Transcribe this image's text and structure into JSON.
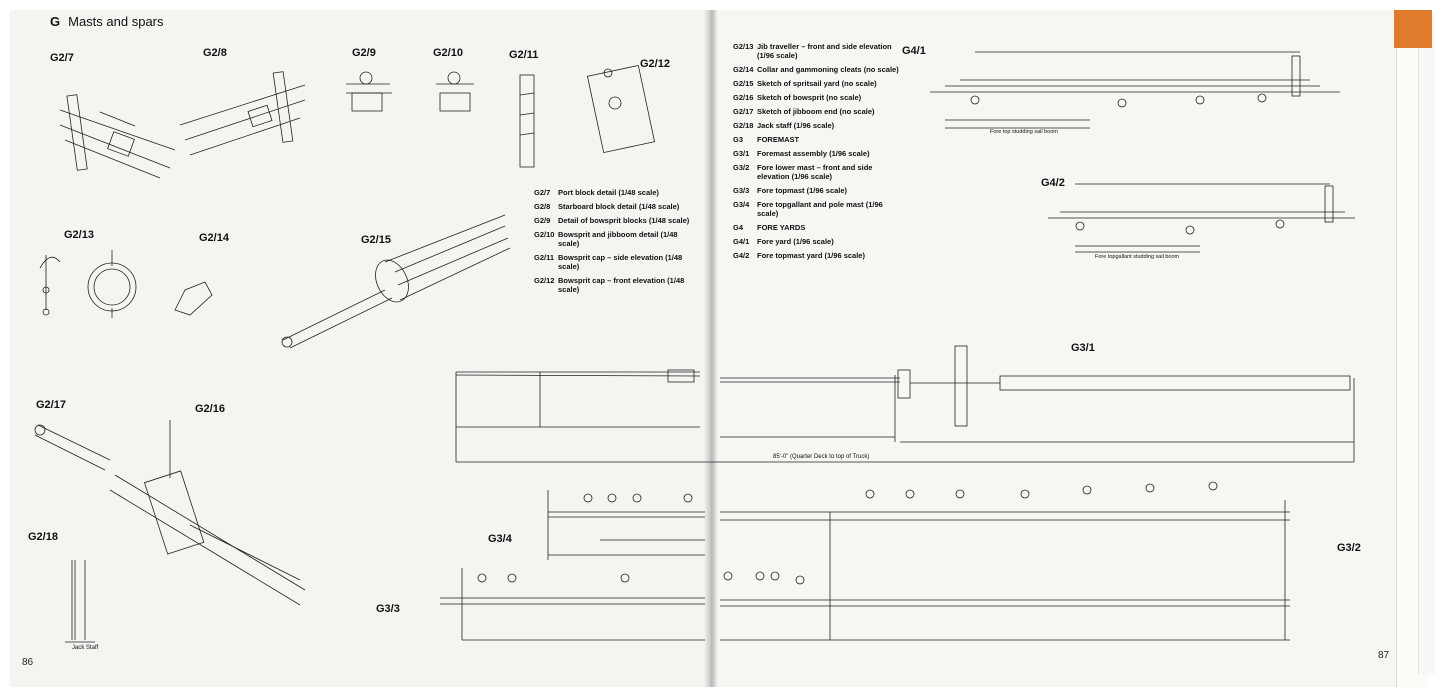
{
  "section": {
    "letter": "G",
    "title": "Masts and spars"
  },
  "figures_left": {
    "g2_7": "G2/7",
    "g2_8": "G2/8",
    "g2_9": "G2/9",
    "g2_10": "G2/10",
    "g2_11": "G2/11",
    "g2_12": "G2/12",
    "g2_13": "G2/13",
    "g2_14": "G2/14",
    "g2_15": "G2/15",
    "g2_17": "G2/17",
    "g2_16": "G2/16",
    "g2_18": "G2/18",
    "g3_4": "G3/4",
    "g3_3": "G3/3"
  },
  "figures_right": {
    "g4_1": "G4/1",
    "g4_2": "G4/2",
    "g3_1": "G3/1",
    "g3_2": "G3/2"
  },
  "legend_left": [
    {
      "code": "G2/7",
      "text": "Port block detail (1/48 scale)"
    },
    {
      "code": "G2/8",
      "text": "Starboard block detail (1/48 scale)"
    },
    {
      "code": "G2/9",
      "text": "Detail of bowsprit blocks (1/48 scale)"
    },
    {
      "code": "G2/10",
      "text": "Bowsprit and jibboom detail (1/48 scale)"
    },
    {
      "code": "G2/11",
      "text": "Bowsprit cap – side elevation (1/48 scale)"
    },
    {
      "code": "G2/12",
      "text": "Bowsprit cap – front elevation (1/48 scale)"
    }
  ],
  "legend_right": [
    {
      "code": "G2/13",
      "text": "Jib traveller – front and side elevation (1/96 scale)"
    },
    {
      "code": "G2/14",
      "text": "Collar and gammoning cleats (no scale)"
    },
    {
      "code": "G2/15",
      "text": "Sketch of spritsail yard (no scale)"
    },
    {
      "code": "G2/16",
      "text": "Sketch of bowsprit (no scale)"
    },
    {
      "code": "G2/17",
      "text": "Sketch of jibboom end (no scale)"
    },
    {
      "code": "G2/18",
      "text": "Jack staff (1/96 scale)"
    },
    {
      "code": "G3",
      "text": "FOREMAST"
    },
    {
      "code": "G3/1",
      "text": "Foremast assembly (1/96 scale)"
    },
    {
      "code": "G3/2",
      "text": "Fore lower mast – front and side elevation (1/96 scale)"
    },
    {
      "code": "G3/3",
      "text": "Fore topmast (1/96 scale)"
    },
    {
      "code": "G3/4",
      "text": "Fore topgallant and pole mast (1/96 scale)"
    },
    {
      "code": "G4",
      "text": "FORE YARDS"
    },
    {
      "code": "G4/1",
      "text": "Fore yard (1/96 scale)"
    },
    {
      "code": "G4/2",
      "text": "Fore topmast yard (1/96 scale)"
    }
  ],
  "drawing_notes": {
    "g3_1_overall": "85'-0\" (Quarter Deck to top of Truck)",
    "g4_1_boom": "Fore top studding sail boom",
    "g4_2_boom": "Fore topgallant studding sail boom",
    "g2_18_label": "Jack Staff"
  },
  "page_numbers": {
    "left": "86",
    "right": "87"
  },
  "colors": {
    "paper": "#f4f4f1",
    "ink": "#111111",
    "tab": "#e07a2c"
  }
}
